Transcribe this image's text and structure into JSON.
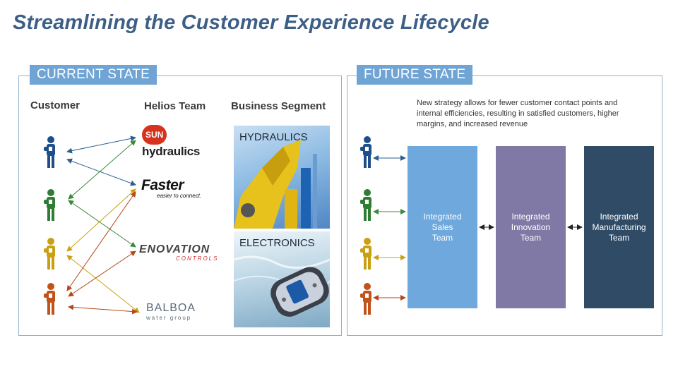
{
  "title": "Streamlining the Customer Experience Lifecycle",
  "current_state": {
    "label": "CURRENT STATE",
    "columns": {
      "customer": "Customer",
      "team": "Helios Team",
      "segment": "Business Segment"
    },
    "logos": {
      "sun": {
        "badge": "SUN",
        "text": "hydraulics"
      },
      "faster": {
        "text": "Faster",
        "tagline": "easier to connect."
      },
      "enovation": {
        "text": "ENOVATION",
        "sub": "CONTROLS"
      },
      "balboa": {
        "text": "BALBOA",
        "sub": "water group"
      }
    },
    "segments": {
      "hydraulics": "HYDRAULICS",
      "electronics": "ELECTRONICS"
    }
  },
  "future_state": {
    "label": "FUTURE STATE",
    "description": "New strategy allows for fewer customer contact points and internal efficiencies, resulting in satisfied customers, higher margins, and increased revenue",
    "teams": [
      {
        "label": "Integrated\nSales\nTeam",
        "color": "#6fa8dc"
      },
      {
        "label": "Integrated\nInnovation\nTeam",
        "color": "#8079a6"
      },
      {
        "label": "Integrated\nManufacturing\nTeam",
        "color": "#2f4b66"
      }
    ]
  },
  "colors": {
    "customer_blue": "#1f4f8a",
    "customer_green": "#2e7d32",
    "customer_yellow": "#c9a012",
    "customer_orange": "#c0521a",
    "accent": "#6fa4d4"
  }
}
